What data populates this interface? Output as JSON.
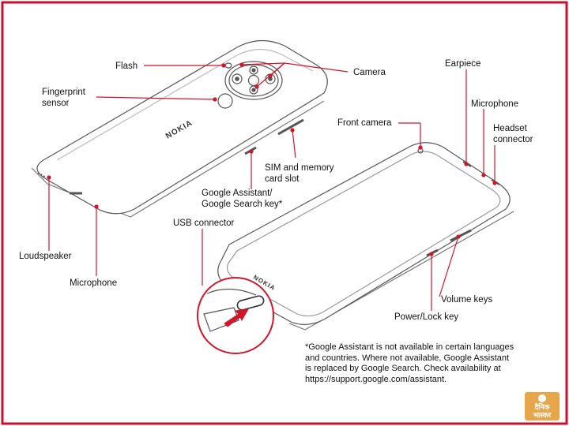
{
  "colors": {
    "frame": "#c8102e",
    "callout": "#d1152b",
    "outline": "#555555",
    "badge": "#e8a64a"
  },
  "back_view": {
    "brand": "NOKIA",
    "labels": {
      "flash": "Flash",
      "camera": "Camera",
      "fingerprint_1": "Fingerprint",
      "fingerprint_2": "sensor",
      "sim_1": "SIM and memory",
      "sim_2": "card slot",
      "assistant_1": "Google Assistant/",
      "assistant_2": "Google Search key*",
      "loudspeaker": "Loudspeaker",
      "microphone": "Microphone"
    }
  },
  "front_view": {
    "brand": "NOKIA",
    "labels": {
      "usb": "USB connector",
      "front_camera": "Front camera",
      "earpiece": "Earpiece",
      "microphone": "Microphone",
      "headset_1": "Headset",
      "headset_2": "connector",
      "volume": "Volume keys",
      "power": "Power/Lock key"
    }
  },
  "footnote": {
    "line1": "*Google Assistant is not available in certain languages",
    "line2": "and countries. Where not available, Google Assistant",
    "line3": "is replaced by Google Search. Check availability at",
    "line4": "https://support.google.com/assistant."
  },
  "watermark": {
    "line1": "दैनिक",
    "line2": "भास्कर",
    "icon": "sun-logo-icon"
  }
}
